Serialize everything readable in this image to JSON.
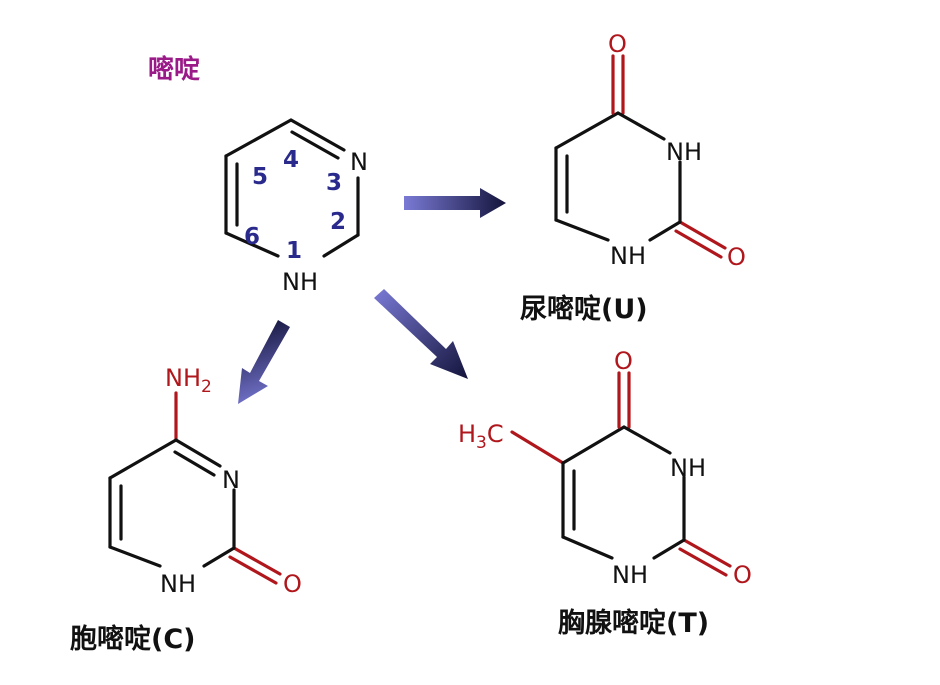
{
  "title": "嘧啶",
  "atoms": {
    "N": "N",
    "NH": "NH",
    "O": "O",
    "NH2_main": "NH",
    "NH2_sub": "2",
    "CH3_main": "H",
    "CH3_sub": "3",
    "CH3_tail": "C"
  },
  "ring_numbers": [
    "1",
    "2",
    "3",
    "4",
    "5",
    "6"
  ],
  "labels": {
    "uracil": "尿嘧啶(U)",
    "cytosine": "胞嘧啶(C)",
    "thymine": "胸腺嘧啶(T)"
  },
  "colors": {
    "bond": "#111111",
    "heteroatom_red": "#b0171c",
    "numbering_blue": "#2a2a8c",
    "title_purple": "#9a1a88",
    "arrow_start": "#7a7ad6",
    "arrow_end": "#14143c"
  }
}
